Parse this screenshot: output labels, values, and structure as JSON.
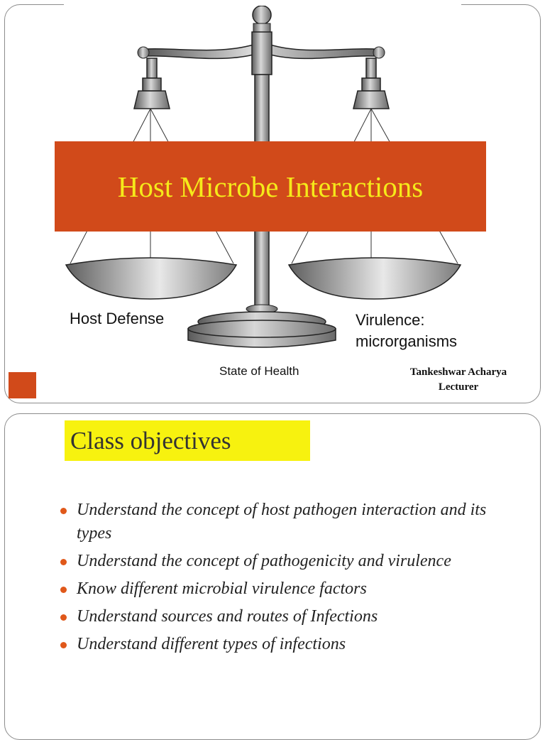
{
  "slide1": {
    "title": "Host Microbe Interactions",
    "left_label": "Host Defense",
    "right_label_line1": "Virulence:",
    "right_label_line2": "microrganisms",
    "bottom_label": "State of Health",
    "author_name": "Tankeshwar Acharya",
    "author_role": "Lecturer",
    "image_subject": "balance-scale"
  },
  "slide2": {
    "heading": "Class objectives",
    "objectives": [
      "Understand the concept of host pathogen interaction and its types",
      "Understand the concept of pathogenicity and virulence",
      "Know different microbial virulence factors",
      "Understand sources and routes of Infections",
      "Understand different types of infections"
    ]
  },
  "colors": {
    "title_box": "#d14a1a",
    "title_text": "#f5ea1a",
    "heading_highlight": "#f7f20f",
    "bullet": "#e0581a"
  }
}
